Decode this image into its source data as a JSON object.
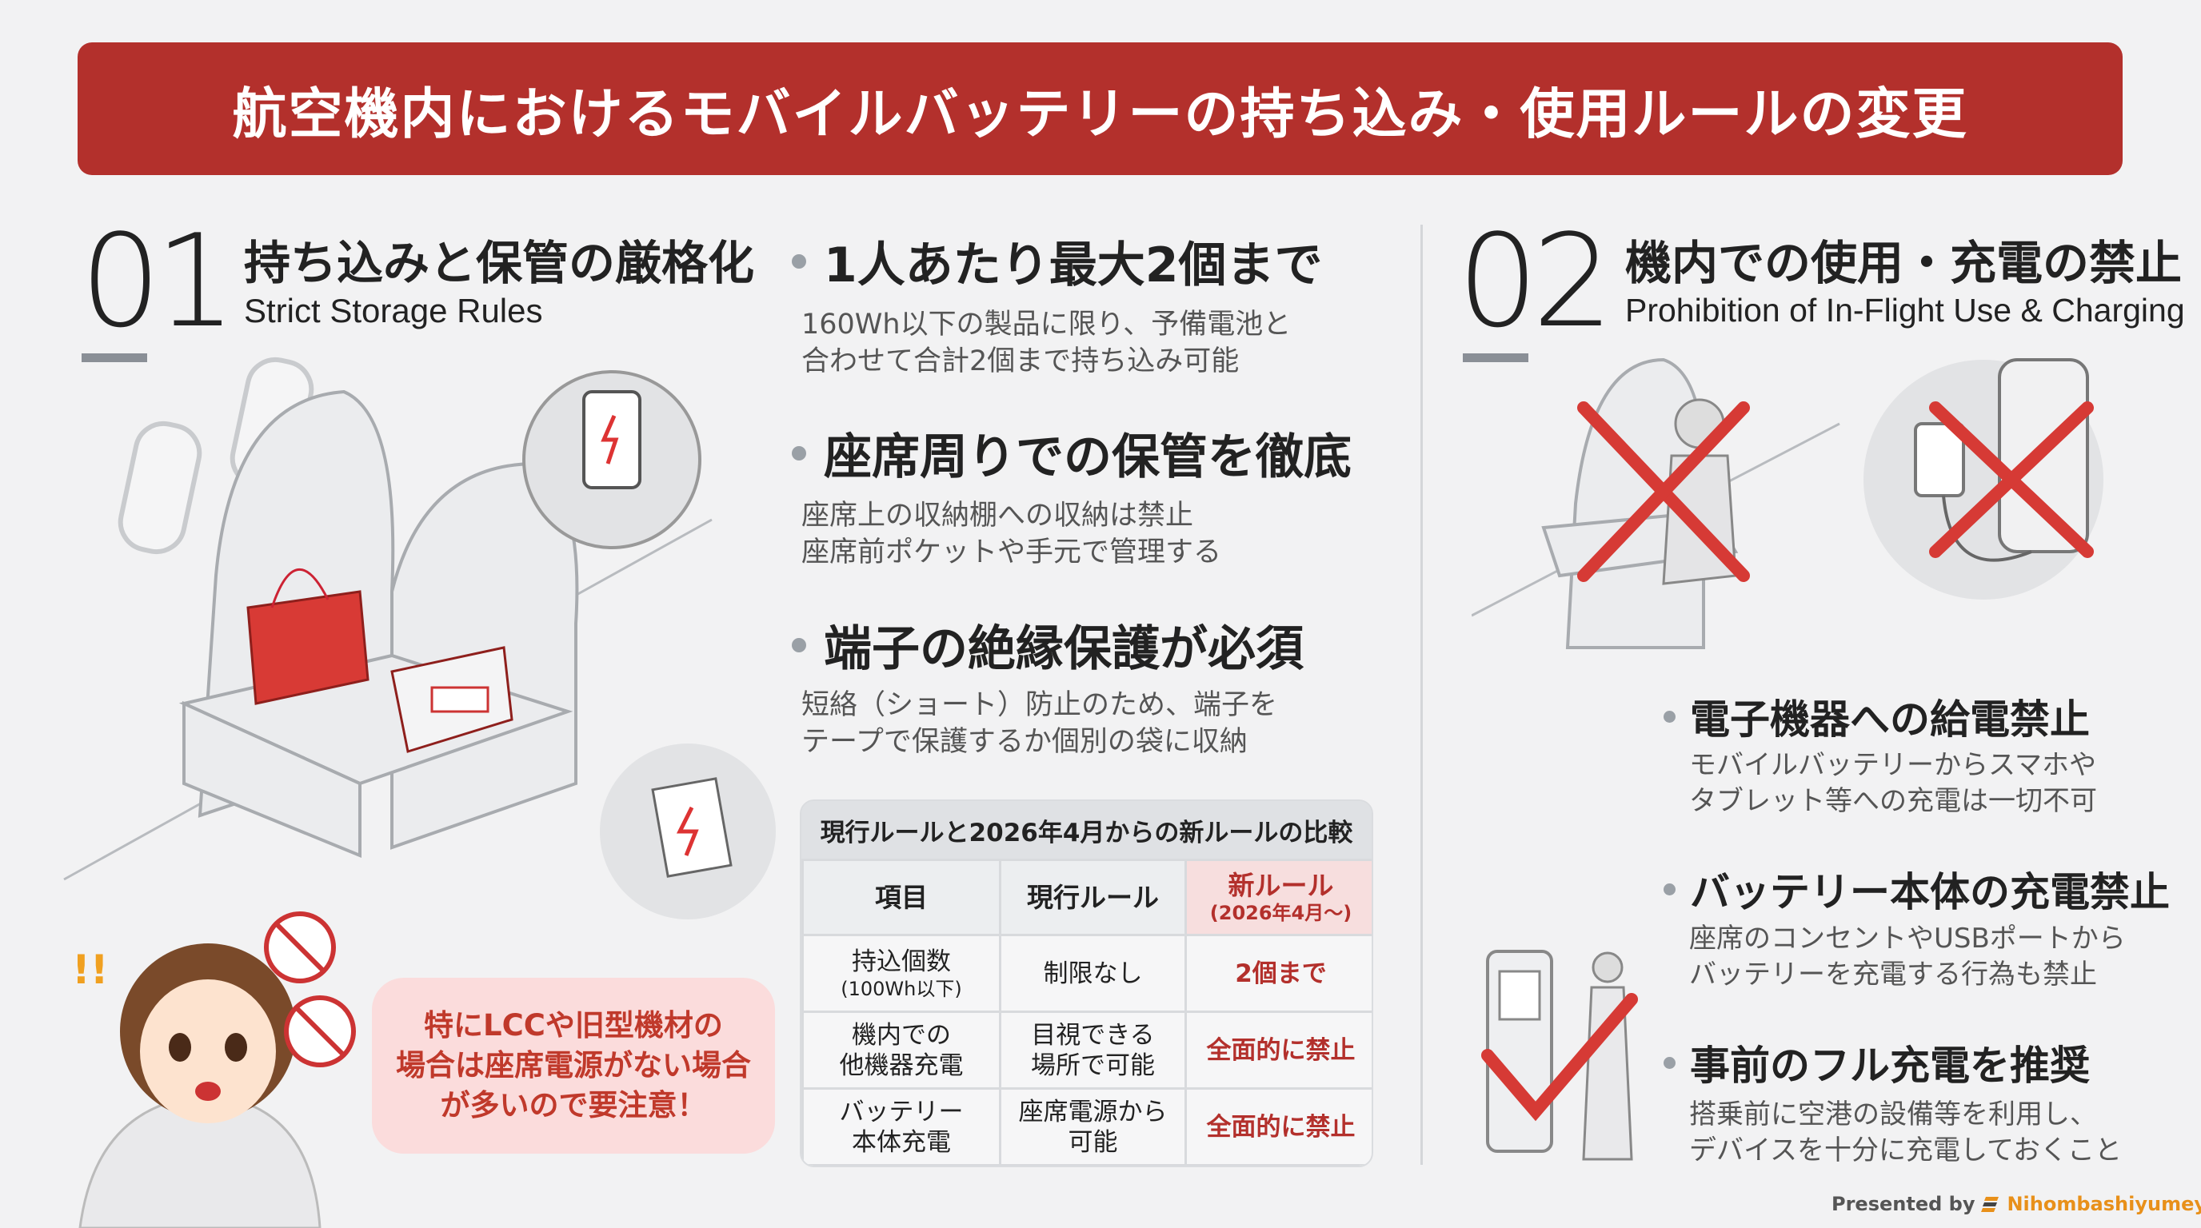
{
  "title": "航空機内におけるモバイルバッテリーの持ち込み・使用ルールの変更",
  "section1": {
    "number": "01",
    "heading": "持ち込みと保管の厳格化",
    "subheading": "Strict Storage Rules",
    "bullets": [
      {
        "title": "1人あたり最大2個まで",
        "desc": [
          "160Wh以下の製品に限り、予備電池と",
          "合わせて合計2個まで持ち込み可能"
        ]
      },
      {
        "title": "座席周りでの保管を徹底",
        "desc": [
          "座席上の収納棚への収納は禁止",
          "座席前ポケットや手元で管理する"
        ]
      },
      {
        "title": "端子の絶縁保護が必須",
        "desc": [
          "短絡（ショート）防止のため、端子を",
          "テープで保護するか個別の袋に収納"
        ]
      }
    ]
  },
  "table": {
    "caption": "現行ルールと2026年4月からの新ルールの比較",
    "headers": [
      "項目",
      "現行ルール",
      "新ルール",
      "(2026年4月～)"
    ],
    "rows": [
      {
        "item": [
          "持込個数",
          "(100Wh以下)"
        ],
        "current": [
          "制限なし"
        ],
        "new": "2個まで"
      },
      {
        "item": [
          "機内での",
          "他機器充電"
        ],
        "current": [
          "目視できる",
          "場所で可能"
        ],
        "new": "全面的に禁止"
      },
      {
        "item": [
          "バッテリー",
          "本体充電"
        ],
        "current": [
          "座席電源から",
          "可能"
        ],
        "new": "全面的に禁止"
      }
    ]
  },
  "bubble": [
    "特にLCCや旧型機材の",
    "場合は座席電源がない場合",
    "が多いので要注意！"
  ],
  "section2": {
    "number": "02",
    "heading": "機内での使用・充電の禁止",
    "subheading": "Prohibition of In-Flight Use & Charging",
    "bullets": [
      {
        "title": "電子機器への給電禁止",
        "desc": [
          "モバイルバッテリーからスマホや",
          "タブレット等への充電は一切不可"
        ]
      },
      {
        "title": "バッテリー本体の充電禁止",
        "desc": [
          "座席のコンセントやUSBポートから",
          "バッテリーを充電する行為も禁止"
        ]
      },
      {
        "title": "事前のフル充電を推奨",
        "desc": [
          "搭乗前に空港の設備等を利用し、",
          "デバイスを十分に充電しておくこと"
        ]
      }
    ]
  },
  "footer": {
    "presented_by": "Presented by",
    "brand": "Nihombashiyumeya"
  },
  "colors": {
    "accent": "#b3302c",
    "background": "#f2f2f3",
    "brand": "#e8901a"
  }
}
